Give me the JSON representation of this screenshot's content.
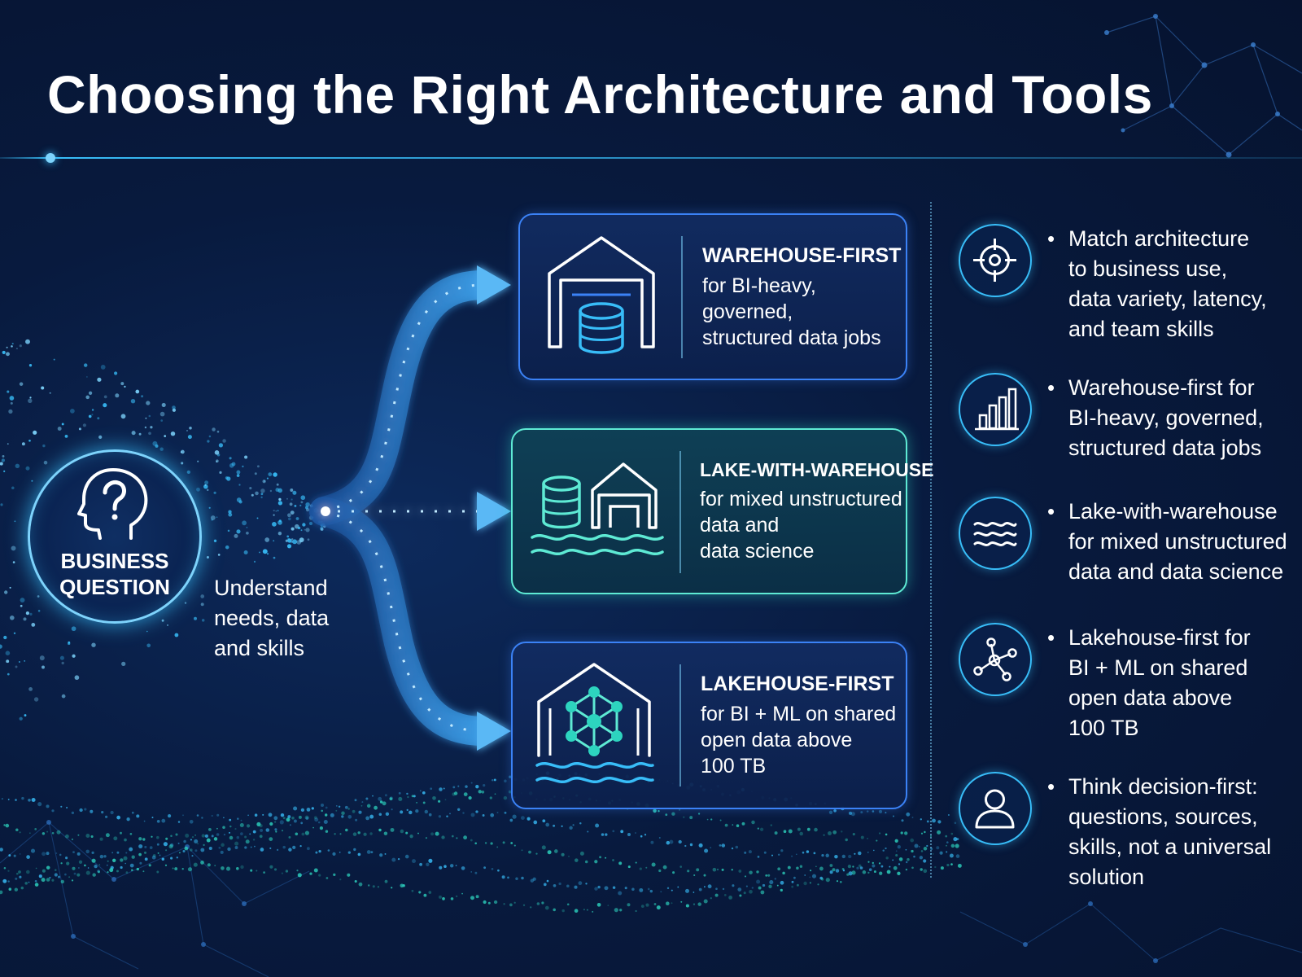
{
  "title": "Choosing the Right Architecture and Tools",
  "start": {
    "label_line1": "BUSINESS",
    "label_line2": "QUESTION",
    "icon": "head-question-icon",
    "caption_lines": [
      "Understand",
      "needs, data",
      "and skills"
    ]
  },
  "options": [
    {
      "title": "WAREHOUSE-FIRST",
      "lines": [
        "for BI-heavy,",
        "governed,",
        "structured data jobs"
      ],
      "icon": "warehouse-database-icon",
      "accent": "#3b82f6"
    },
    {
      "title": "LAKE-WITH-WAREHOUSE",
      "lines": [
        "for mixed unstructured",
        "data and",
        "data science"
      ],
      "icon": "lake-warehouse-icon",
      "accent": "#5eead4"
    },
    {
      "title": "LAKEHOUSE-FIRST",
      "lines": [
        "for BI + ML on shared",
        "open data above",
        "100 TB"
      ],
      "icon": "lakehouse-network-icon",
      "accent": "#3b82f6"
    }
  ],
  "points": [
    {
      "icon": "target-icon",
      "lines": [
        "Match architecture",
        "to business use,",
        "data variety, latency,",
        "and team skills"
      ]
    },
    {
      "icon": "bar-chart-icon",
      "lines": [
        "Warehouse-first for",
        "BI-heavy, governed,",
        "structured data jobs"
      ]
    },
    {
      "icon": "waves-icon",
      "lines": [
        "Lake-with-warehouse",
        "for mixed unstructured",
        "data and data science"
      ]
    },
    {
      "icon": "network-nodes-icon",
      "lines": [
        "Lakehouse-first for",
        "BI + ML on shared",
        "open data above",
        "100 TB"
      ]
    },
    {
      "icon": "user-icon",
      "lines": [
        "Think decision-first:",
        "questions, sources,",
        "skills, not a universal",
        "solution"
      ]
    }
  ],
  "bullet": "•",
  "colors": {
    "background": "#081a3e",
    "accent_cyan": "#38bdf8",
    "accent_teal": "#2dd4bf",
    "accent_blue": "#3b82f6",
    "text": "#ffffff"
  }
}
